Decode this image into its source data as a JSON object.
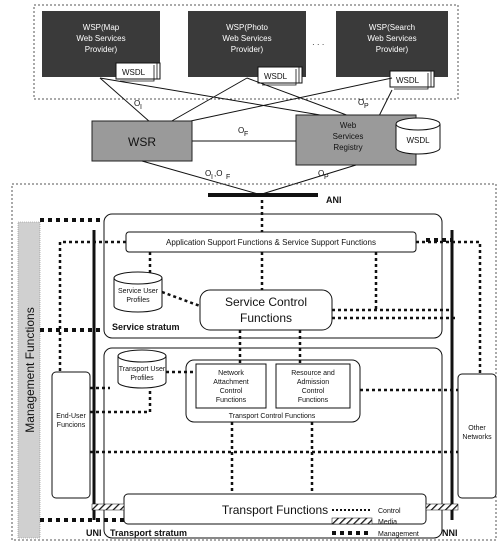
{
  "providers": [
    {
      "lines": [
        "WSP(Map",
        "Web Services",
        "Provider)"
      ]
    },
    {
      "lines": [
        "WSP(Photo",
        "Web Services",
        "Provider)"
      ]
    },
    {
      "lines": [
        "WSP(Search",
        "Web Services",
        "Provider)"
      ]
    }
  ],
  "wsdl_label": "WSDL",
  "ellipsis": "· · ·",
  "wsr_label": "WSR",
  "registry_lines": [
    "Web",
    "Services",
    "Registry"
  ],
  "registry_wsdl": "WSDL",
  "edges": {
    "o1": "O",
    "o1_sub": "I",
    "op": "O",
    "op_sub": "P",
    "of": "O",
    "of_sub": "F",
    "o1o2": "O",
    "o1o2_sub": "I",
    "o1o2_mid": ",O",
    "o1o2_sub2": "F",
    "op2": "O",
    "op2_sub": "P"
  },
  "ani_label": "ANI",
  "uni_label": "UNI",
  "nni_label": "NNI",
  "management_label": "Management Functions",
  "app_support_label": "Application Support Functions & Service Support Functions",
  "service_user_profiles": [
    "Service User",
    "Profiles"
  ],
  "service_control": [
    "Service Control",
    "Functions"
  ],
  "service_stratum": "Service stratum",
  "transport_user_profiles": [
    "Transport User",
    "Profiles"
  ],
  "nacf": [
    "Network",
    "Attachment",
    "Control",
    "Functions"
  ],
  "racf": [
    "Resource and",
    "Admission",
    "Control",
    "Functions"
  ],
  "transport_control": "Transport Control Functions",
  "end_user": [
    "End-User",
    "Funcions"
  ],
  "other_networks": [
    "Other",
    "Networks"
  ],
  "transport_functions": "Transport Functions",
  "transport_stratum": "Transport stratum",
  "legend": {
    "control": "Control",
    "media": "Media",
    "management": "Management"
  },
  "colors": {
    "provider_box": "#3a3a3a",
    "wsr_box": "#9a9a9a",
    "management_bar": "#d0d0d0",
    "line": "#111111"
  }
}
